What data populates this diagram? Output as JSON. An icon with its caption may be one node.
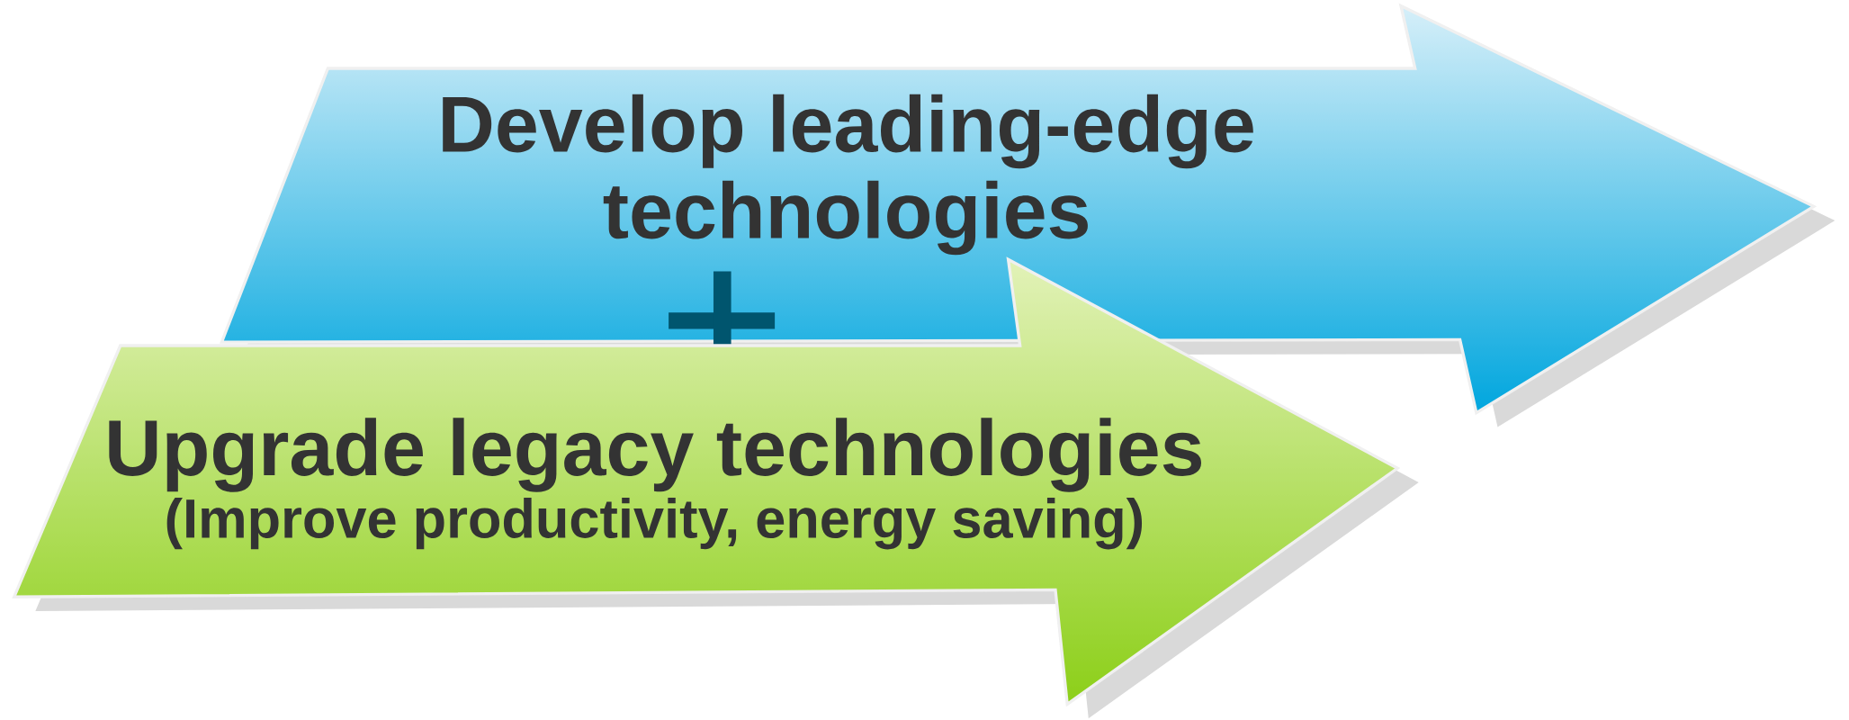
{
  "diagram": {
    "nodes": [
      {
        "text": [
          "Develop leading-edge technologies"
        ]
      },
      {
        "text": [
          "Upgrade legacy technologies",
          "(Improve productivity, energy saving)"
        ]
      }
    ]
  }
}
